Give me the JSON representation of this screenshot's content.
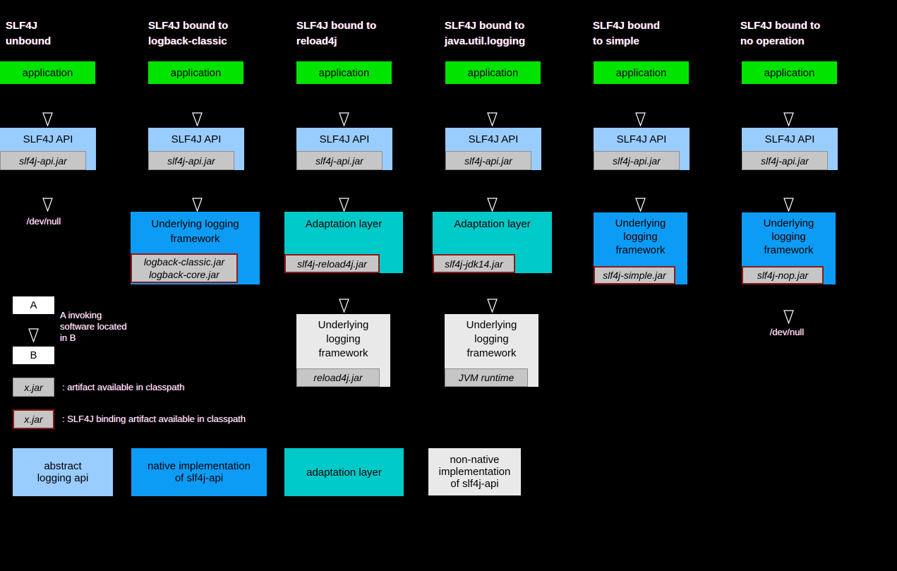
{
  "colors": {
    "bg": "#000000",
    "green": "#00e400",
    "lightblue": "#99ccff",
    "blue": "#0d9cf5",
    "teal": "#00c9c9",
    "jargray": "#c6c6c6",
    "jarborder": "#8f8f8f",
    "bindingred": "#8b1a1a",
    "lightgray": "#e9e9e9",
    "white": "#ffffff"
  },
  "columns": [
    {
      "title1": "SLF4J",
      "title2": "unbound",
      "app": "application",
      "api": "SLF4J API",
      "api_jar": "slf4j-api.jar",
      "devnull": "/dev/null"
    },
    {
      "title1": "SLF4J bound to",
      "title2": "logback-classic",
      "app": "application",
      "api": "SLF4J API",
      "api_jar": "slf4j-api.jar",
      "underlying1": "Underlying logging",
      "underlying2": "framework",
      "jar_line1": "logback-classic.jar",
      "jar_line2": "logback-core.jar"
    },
    {
      "title1": "SLF4J bound to",
      "title2": "reload4j",
      "app": "application",
      "api": "SLF4J API",
      "api_jar": "slf4j-api.jar",
      "adaptation": "Adaptation layer",
      "adaptation_jar": "slf4j-reload4j.jar",
      "underlying1": "Underlying",
      "underlying2": "logging",
      "underlying3": "framework",
      "underlying_jar": "reload4j.jar"
    },
    {
      "title1": "SLF4J bound to",
      "title2": "java.util.logging",
      "app": "application",
      "api": "SLF4J API",
      "api_jar": "slf4j-api.jar",
      "adaptation": "Adaptation layer",
      "adaptation_jar": "slf4j-jdk14.jar",
      "underlying1": "Underlying",
      "underlying2": "logging",
      "underlying3": "framework",
      "underlying_jar": "JVM runtime"
    },
    {
      "title1": "SLF4J bound",
      "title2": "to simple",
      "app": "application",
      "api": "SLF4J API",
      "api_jar": "slf4j-api.jar",
      "underlying1": "Underlying",
      "underlying2": "logging",
      "underlying3": "framework",
      "underlying_jar": "slf4j-simple.jar"
    },
    {
      "title1": "SLF4J bound to",
      "title2": "no operation",
      "app": "application",
      "api": "SLF4J API",
      "api_jar": "slf4j-api.jar",
      "underlying1": "Underlying",
      "underlying2": "logging",
      "underlying3": "framework",
      "underlying_jar": "slf4j-nop.jar",
      "devnull": "/dev/null"
    }
  ],
  "legend": {
    "a_label": "A",
    "b_label": "B",
    "invoking1": "A invoking",
    "invoking2": "software located",
    "invoking3": "in B",
    "xjar": "x.jar",
    "artifact_caption": ": artifact available in classpath",
    "binding_caption": ": SLF4J binding artifact available in classpath",
    "key_boxes": [
      {
        "line1": "abstract",
        "line2": "logging api"
      },
      {
        "line1": "native implementation",
        "line2": "of slf4j-api"
      },
      {
        "line1": "adaptation layer"
      },
      {
        "line1": "non-native",
        "line2": "implementation",
        "line3": "of slf4j-api"
      }
    ]
  }
}
